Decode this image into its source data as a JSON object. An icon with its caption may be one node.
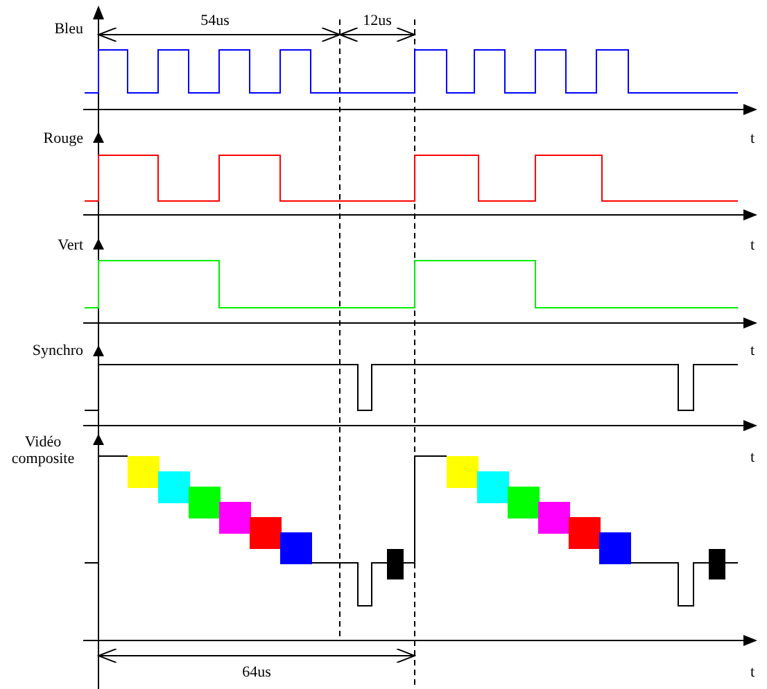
{
  "diagram": {
    "labels": [
      "54us",
      "12us",
      "Bleu",
      "Rouge",
      "t",
      "Vert",
      "t",
      "Synchro",
      "t",
      "Vidéo composite",
      "t",
      "64us",
      "t"
    ]
  }
}
